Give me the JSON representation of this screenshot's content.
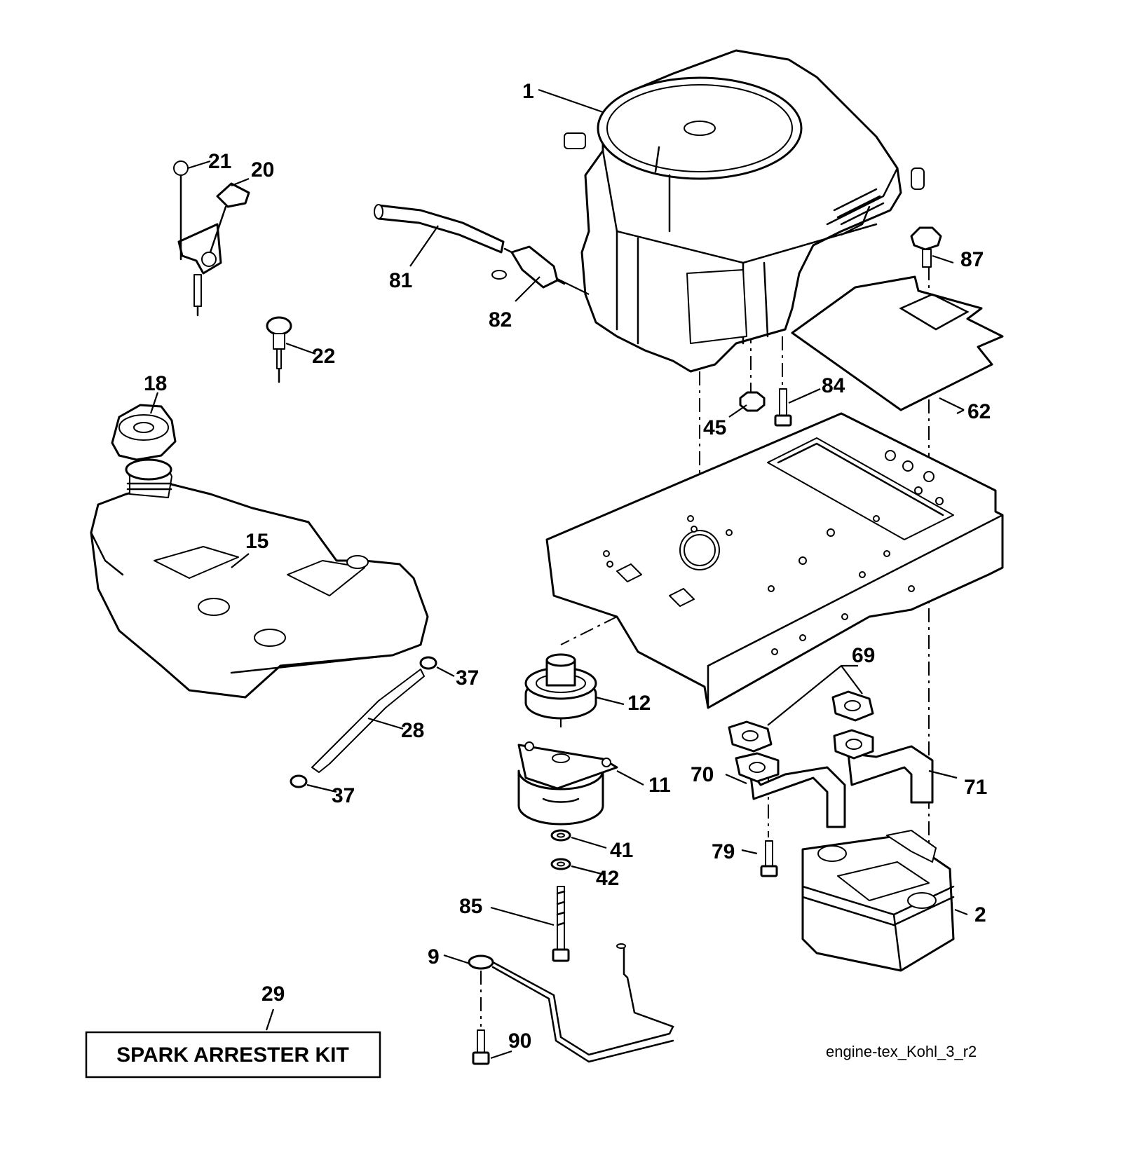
{
  "callouts": {
    "p1": "1",
    "p2": "2",
    "p9": "9",
    "p11": "11",
    "p12": "12",
    "p15": "15",
    "p18": "18",
    "p20": "20",
    "p21": "21",
    "p22": "22",
    "p28": "28",
    "p29": "29",
    "p37a": "37",
    "p37b": "37",
    "p41": "41",
    "p42": "42",
    "p45": "45",
    "p62": "62",
    "p69": "69",
    "p70": "70",
    "p71": "71",
    "p79": "79",
    "p81": "81",
    "p82": "82",
    "p84": "84",
    "p85": "85",
    "p87": "87",
    "p90": "90"
  },
  "kit_label": "SPARK ARRESTER KIT",
  "drawing_id": "engine-tex_Kohl_3_r2"
}
